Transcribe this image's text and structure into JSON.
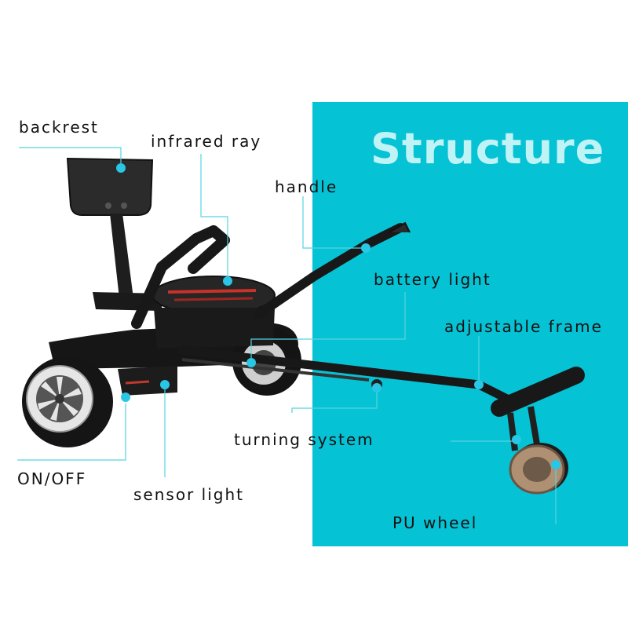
{
  "title": "Structure",
  "colors": {
    "panel": "#06c2d5",
    "title": "#bff3f5",
    "leader": "#55d4e2",
    "dot": "#29c6e6",
    "frame": "#1b1b1b"
  },
  "labels": {
    "backrest": "backrest",
    "infrared_ray": "infrared ray",
    "handle": "handle",
    "battery_light": "battery light",
    "adjustable_frame": "adjustable frame",
    "turning_system": "turning system",
    "on_off": "ON/OFF",
    "sensor_light": "sensor light",
    "pu_wheel": "PU wheel"
  }
}
